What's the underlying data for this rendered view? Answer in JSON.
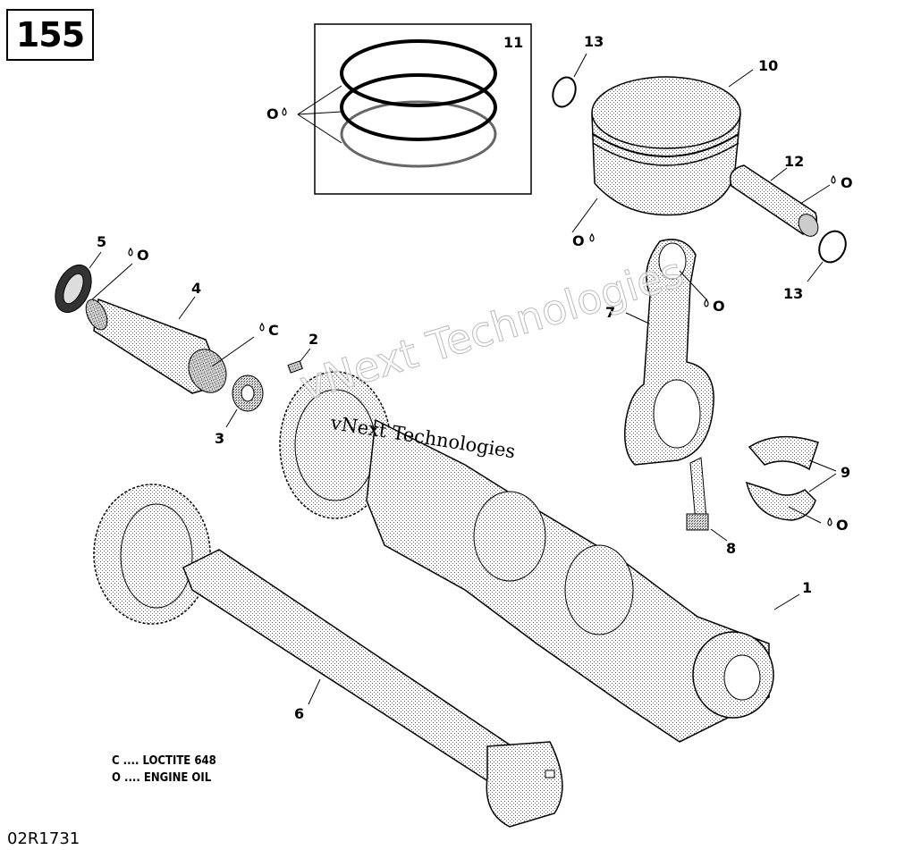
{
  "page_number": "155",
  "reference_code": "02R1731",
  "legend": {
    "line_c": "C .... LOCTITE 648",
    "line_o": "O .... ENGINE OIL"
  },
  "watermark": {
    "large": "vNext Technologies",
    "small": "vNext Technologies"
  },
  "callouts": {
    "n1": "1",
    "n2": "2",
    "n3": "3",
    "n4": "4",
    "n5": "5",
    "n6": "6",
    "n7": "7",
    "n8": "8",
    "n9": "9",
    "n10": "10",
    "n11": "11",
    "n12": "12",
    "n13a": "13",
    "n13b": "13",
    "oil": "O",
    "loctite": "C"
  },
  "colors": {
    "ink": "#000000",
    "stipple": "#9a9a9a",
    "paper": "#ffffff"
  }
}
